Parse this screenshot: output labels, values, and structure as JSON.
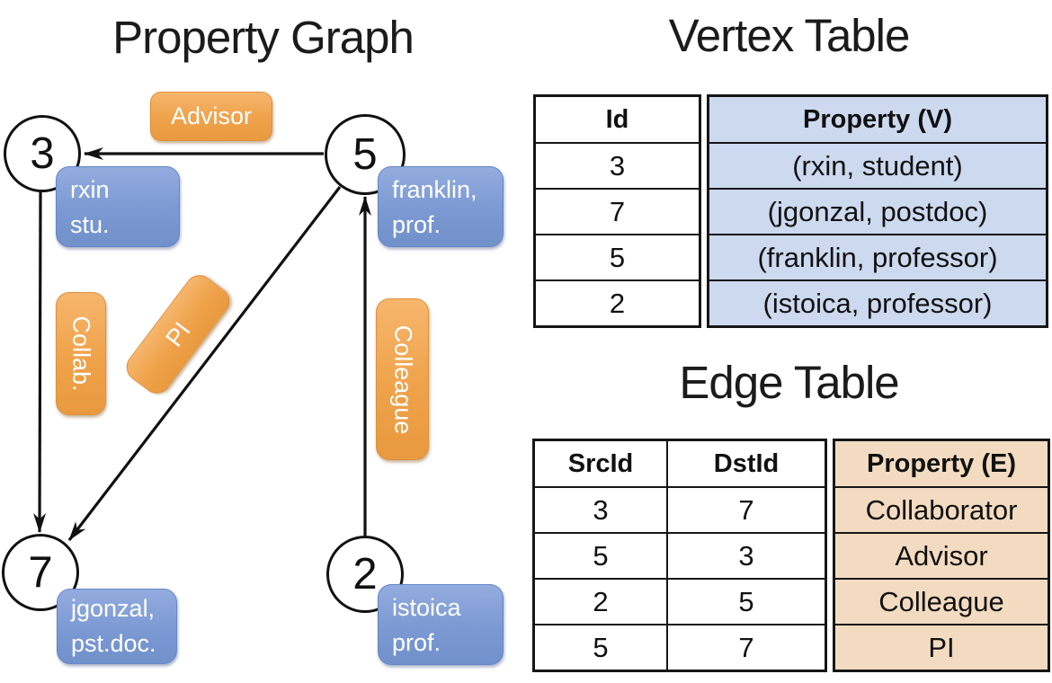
{
  "graph": {
    "title": "Property Graph",
    "nodes": [
      {
        "id": "3"
      },
      {
        "id": "5"
      },
      {
        "id": "7"
      },
      {
        "id": "2"
      }
    ],
    "edges": [
      {
        "src": "5",
        "dst": "3",
        "label": "Advisor"
      },
      {
        "src": "3",
        "dst": "7",
        "label": "Collab."
      },
      {
        "src": "5",
        "dst": "7",
        "label": "PI"
      },
      {
        "src": "2",
        "dst": "5",
        "label": "Colleague"
      }
    ],
    "property_boxes": [
      {
        "node": "3",
        "line1": "rxin",
        "line2": "stu."
      },
      {
        "node": "5",
        "line1": "franklin,",
        "line2": "prof."
      },
      {
        "node": "7",
        "line1": "jgonzal,",
        "line2": "pst.doc."
      },
      {
        "node": "2",
        "line1": "istoica",
        "line2": "prof."
      }
    ]
  },
  "vertex_table": {
    "title": "Vertex Table",
    "columns": {
      "id": "Id",
      "property": "Property (V)"
    },
    "rows": [
      {
        "id": "3",
        "property": "(rxin, student)"
      },
      {
        "id": "7",
        "property": "(jgonzal, postdoc)"
      },
      {
        "id": "5",
        "property": "(franklin, professor)"
      },
      {
        "id": "2",
        "property": "(istoica, professor)"
      }
    ]
  },
  "edge_table": {
    "title": "Edge Table",
    "columns": {
      "src": "SrcId",
      "dst": "DstId",
      "property": "Property (E)"
    },
    "rows": [
      {
        "src": "3",
        "dst": "7",
        "property": "Collaborator"
      },
      {
        "src": "5",
        "dst": "3",
        "property": "Advisor"
      },
      {
        "src": "2",
        "dst": "5",
        "property": "Colleague"
      },
      {
        "src": "5",
        "dst": "7",
        "property": "PI"
      }
    ]
  },
  "colors": {
    "edge_label_fill": "#efa24a",
    "vertex_property_fill": "#7b99d3",
    "vertex_table_property_bg": "#ccd9ef",
    "edge_table_property_bg": "#f3dbc1",
    "line": "#111111"
  }
}
